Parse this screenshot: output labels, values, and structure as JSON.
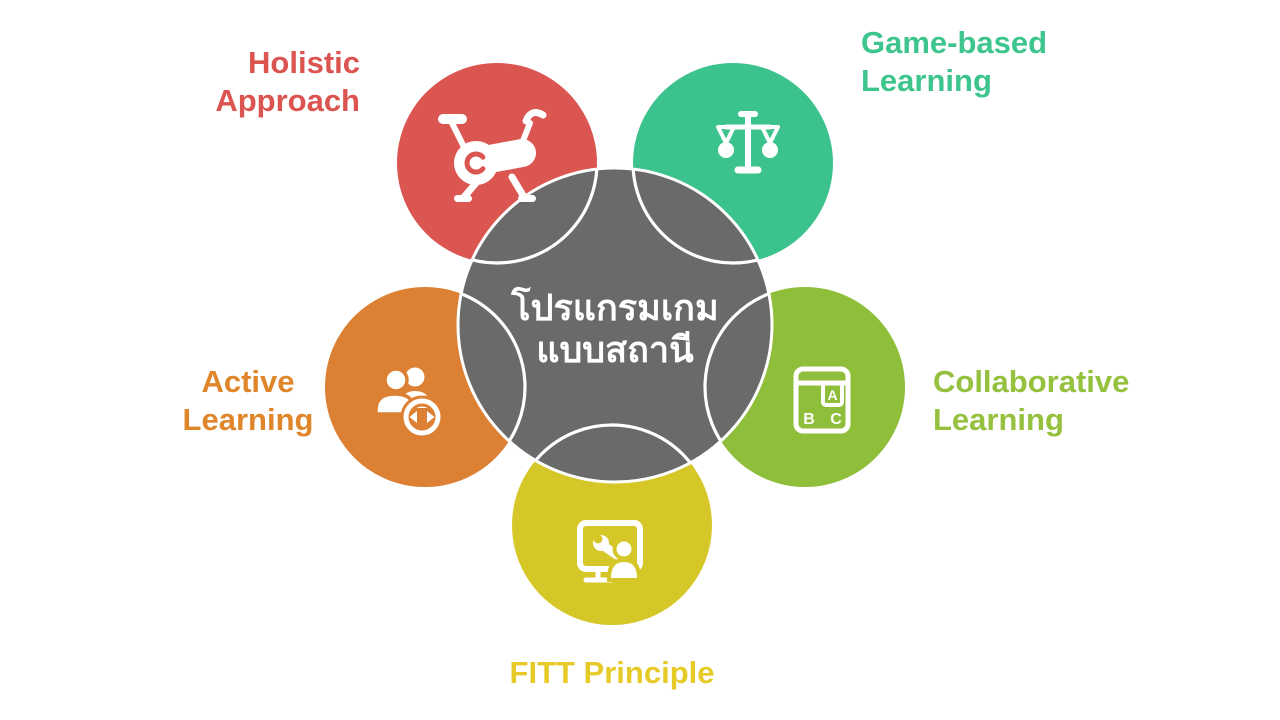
{
  "canvas": {
    "background": "#FFFFFF"
  },
  "center": {
    "title_line1": "โปรแกรมเกม",
    "title_line2": "แบบสถานี",
    "fill": "#6A6A6A",
    "outline": "#FFFFFF",
    "text_color": "#FFFFFF"
  },
  "petals": [
    {
      "name": "holistic-approach",
      "label_line1": "Holistic",
      "label_line2": "Approach",
      "fill": "#DB5551",
      "label_color": "#DB5450",
      "icon": "exercise-bike-icon",
      "icon_color": "#FFFFFF"
    },
    {
      "name": "game-based-learning",
      "label_line1": "Game-based",
      "label_line2": "Learning",
      "fill": "#3CC28D",
      "label_color": "#3EC48D",
      "icon": "balance-scale-icon",
      "icon_color": "#FFFFFF"
    },
    {
      "name": "active-learning",
      "label_line1": "Active",
      "label_line2": "Learning",
      "fill": "#DC8033",
      "label_color": "#E0862A",
      "icon": "users-code-icon",
      "icon_color": "#FFFFFF"
    },
    {
      "name": "collaborative-learning",
      "label_line1": "Collaborative",
      "label_line2": "Learning",
      "fill": "#8FBE3B",
      "label_color": "#95C13E",
      "icon": "abc-book-icon",
      "icon_color": "#FFFFFF",
      "icon_letters": [
        "A",
        "B",
        "C"
      ]
    },
    {
      "name": "fitt-principle",
      "label_line1": "FITT Principle",
      "label_line2": "",
      "fill": "#D6C729",
      "label_color": "#E6CB28",
      "icon": "screen-wrench-user-icon",
      "icon_color": "#FFFFFF"
    }
  ]
}
